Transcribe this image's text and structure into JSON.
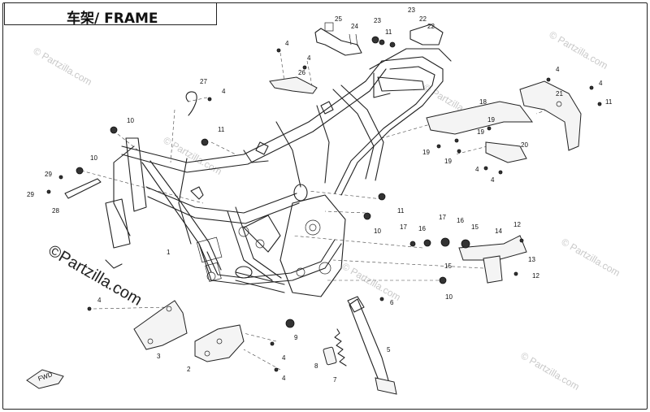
{
  "title": {
    "text": "车架/ FRAME"
  },
  "watermarks": [
    {
      "text": "© Partzilla.com"
    },
    {
      "text": "© Partzilla.com"
    },
    {
      "text": "© Partzilla.com"
    },
    {
      "text": "© Partzilla.com"
    },
    {
      "text": "© Partzilla.com"
    },
    {
      "text": "© Partzilla.com"
    },
    {
      "text": "© Partzilla.com"
    }
  ],
  "main_watermark": {
    "text": "©Partzilla.com"
  },
  "fwd_label": {
    "text": "FWD"
  },
  "callouts": [
    "25",
    "24",
    "23",
    "23",
    "22",
    "22",
    "11",
    "4",
    "4",
    "26",
    "27",
    "4",
    "10",
    "11",
    "10",
    "29",
    "29",
    "28",
    "18",
    "21",
    "4",
    "4",
    "11",
    "19",
    "19",
    "19",
    "19",
    "20",
    "4",
    "4",
    "11",
    "10",
    "17",
    "16",
    "17",
    "16",
    "15",
    "14",
    "12",
    "13",
    "15",
    "12",
    "1",
    "10",
    "4",
    "3",
    "2",
    "4",
    "4",
    "9",
    "6",
    "5",
    "8",
    "7"
  ]
}
